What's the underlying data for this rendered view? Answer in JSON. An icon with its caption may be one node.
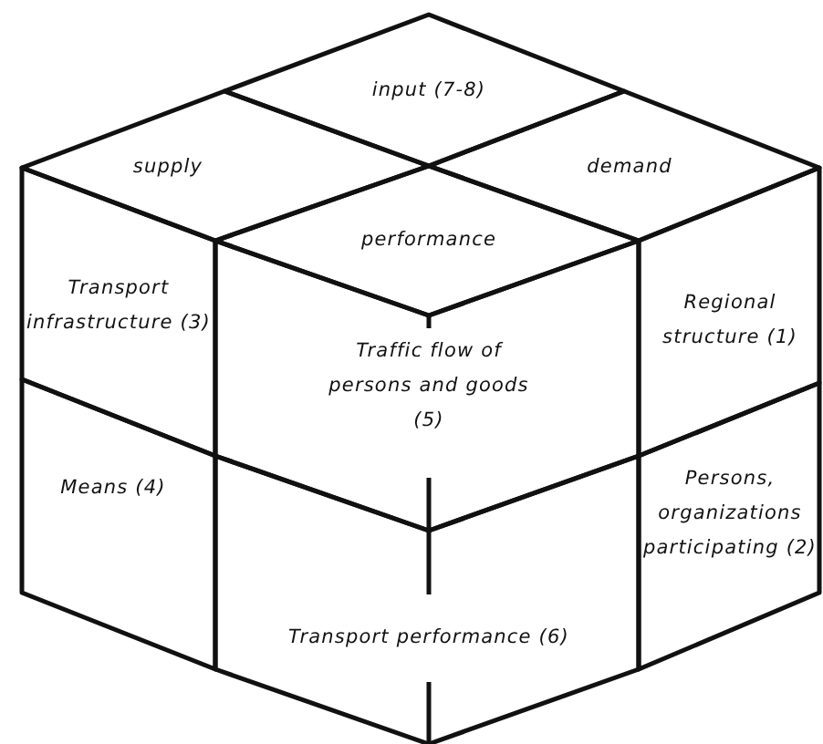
{
  "diagram": {
    "nodes": [
      {
        "text": [
          "input (7-8)"
        ]
      },
      {
        "text": [
          "supply"
        ]
      },
      {
        "text": [
          "demand"
        ]
      },
      {
        "text": [
          "performance"
        ]
      },
      {
        "text": [
          "Transport infrastructure (3)"
        ]
      },
      {
        "text": [
          "Regional structure (1)"
        ]
      },
      {
        "text": [
          "Traffic flow of persons and goods (5)"
        ]
      },
      {
        "text": [
          "Means (4)"
        ]
      },
      {
        "text": [
          "Persons, organizations participating (2)"
        ]
      },
      {
        "text": [
          "Transport performance (6)"
        ]
      }
    ],
    "edges": []
  }
}
